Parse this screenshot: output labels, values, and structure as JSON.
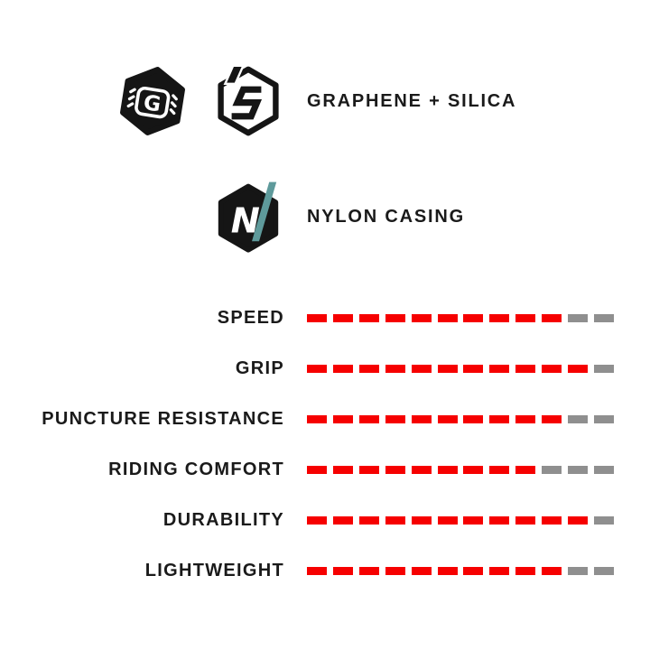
{
  "colors": {
    "background": "#ffffff",
    "ink": "#151515",
    "teal_accent": "#5e9a9b",
    "text": "#1a1a1a"
  },
  "icons": {
    "graphene": {
      "letter": "G",
      "name": "graphene-hexagon-icon"
    },
    "silica": {
      "shape": "lightning-s",
      "name": "silica-bolt-icon"
    },
    "nylon": {
      "letter": "N",
      "name": "nylon-hexagon-icon"
    }
  },
  "features": [
    {
      "label": "GRAPHENE + SILICA",
      "icons": [
        "graphene-hexagon-icon",
        "silica-bolt-icon"
      ]
    },
    {
      "label": "NYLON CASING",
      "icons": [
        "nylon-hexagon-icon"
      ]
    }
  ],
  "chart_data": {
    "type": "bar",
    "title": "",
    "orientation": "horizontal-dashed-segments",
    "categories": [
      "SPEED",
      "GRIP",
      "PUNCTURE RESISTANCE",
      "RIDING COMFORT",
      "DURABILITY",
      "LIGHTWEIGHT"
    ],
    "values": [
      10,
      11,
      10,
      9,
      11,
      10
    ],
    "scale_max": 12,
    "colors": {
      "filled_segment": "#f60000",
      "empty_segment": "#8f8f8f"
    },
    "legend": "none",
    "grid": "off"
  }
}
